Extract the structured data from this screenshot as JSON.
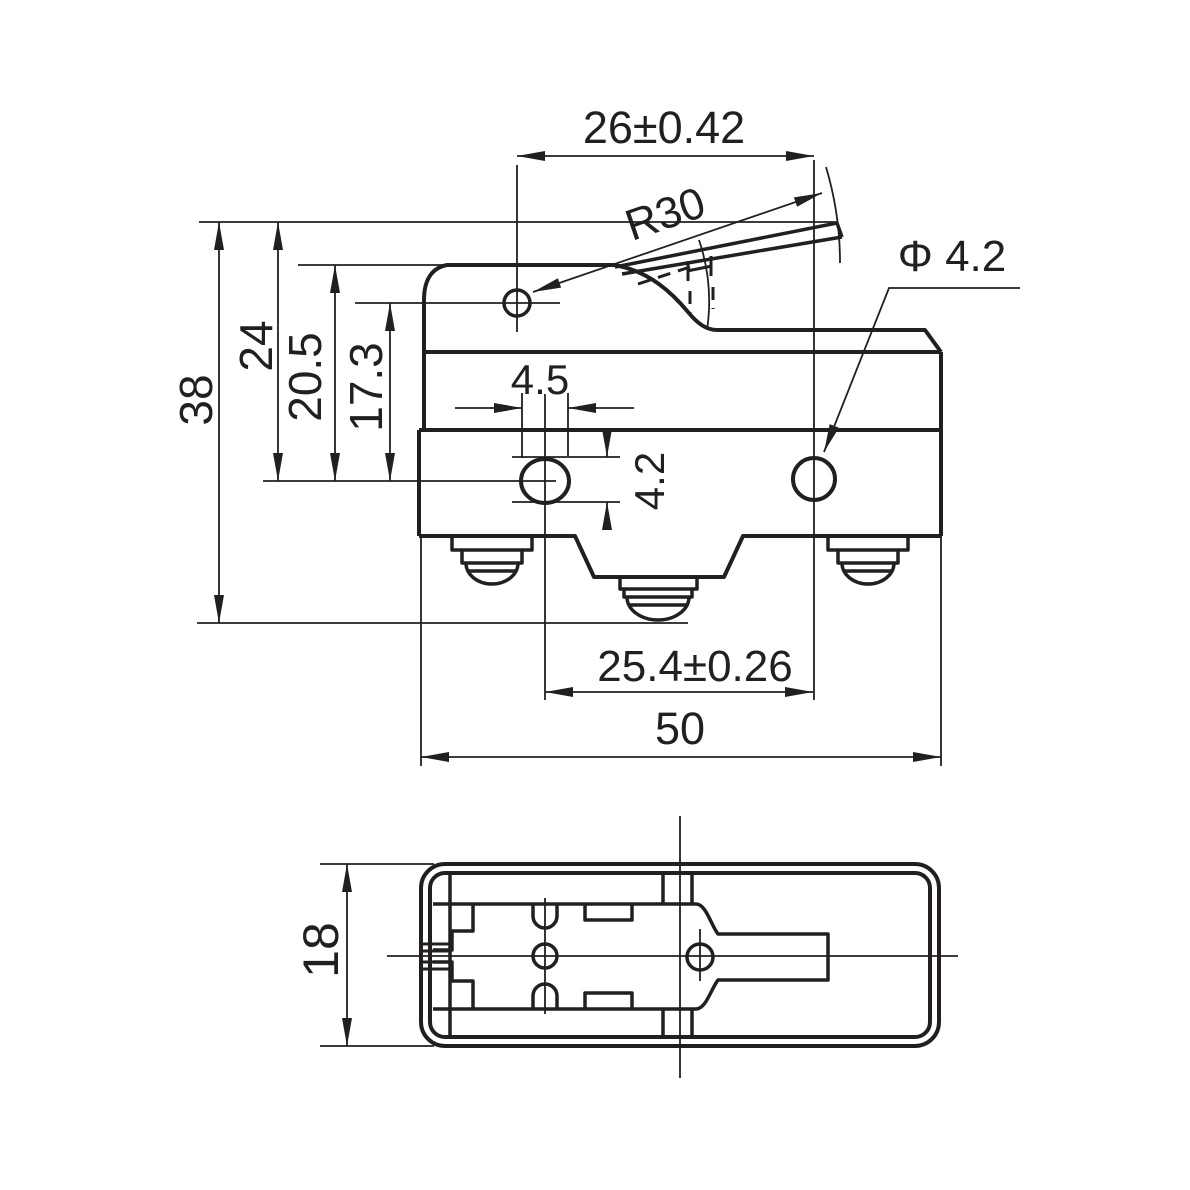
{
  "drawing": {
    "ink_color": "#231f20",
    "background_color": "#ffffff",
    "front_view": {
      "lever_tip_span": "26±0.42",
      "lever_radius": "R30",
      "hole_diameter": "Φ 4.2",
      "overall_height": "38",
      "tip_to_hole_axis": "24",
      "housing_top_to_hole_axis": "20.5",
      "pivot_to_hole_axis": "17.3",
      "slot_width": "4.5",
      "slot_height": "4.2",
      "mounting_hole_spacing": "25.4±0.26",
      "overall_width": "50"
    },
    "bottom_view": {
      "body_depth": "18"
    }
  }
}
